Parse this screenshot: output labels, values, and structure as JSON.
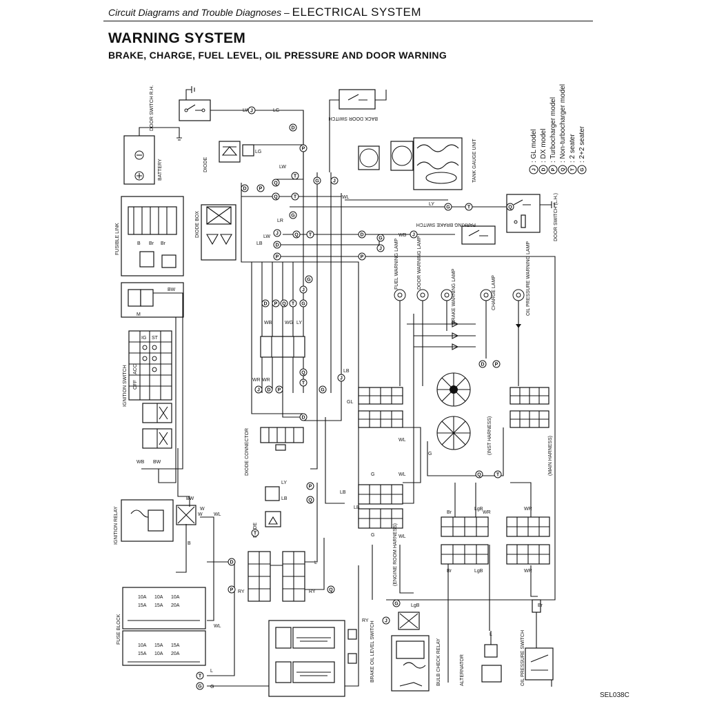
{
  "header": {
    "section_italic": "Circuit Diagrams and Trouble Diagnoses",
    "section_dash": " – ",
    "section_main": "ELECTRICAL SYSTEM"
  },
  "title": "WARNING SYSTEM",
  "subtitle": "BRAKE, CHARGE, FUEL LEVEL, OIL PRESSURE AND DOOR WARNING",
  "legend": [
    {
      "symbol": "J",
      "text": ": GL model"
    },
    {
      "symbol": "D",
      "text": ": DX model"
    },
    {
      "symbol": "P",
      "text": ": Turbocharger model"
    },
    {
      "symbol": "Q",
      "text": ": Non-turbocharger model"
    },
    {
      "symbol": "T",
      "text": ": 2 seater"
    },
    {
      "symbol": "G",
      "text": ": 2+2 seater"
    }
  ],
  "components": {
    "door_switch_rh": "DOOR SWITCH R.H.",
    "battery": "BATTERY",
    "diode_top": "DIODE",
    "fusible_link": "FUSIBLE LINK",
    "diode_box": "DIODE BOX",
    "ignition_switch": "IGNITION SWITCH",
    "ignition_relay": "IGNITION RELAY",
    "fuse_block": "FUSE BLOCK",
    "diode_connector": "DIODE CONNECTOR",
    "diode_lower": "DIODE",
    "back_door_switch": "BACK DOOR SWITCH",
    "tank_gauge_unit": "TANK GAUGE UNIT",
    "parking_brake_switch": "PARKING BRAKE SWITCH",
    "door_switch_lh": "DOOR SWITCH (L.H.)",
    "fuel_warning_lamp": "FUEL WARNING LAMP",
    "door_warning_lamp": "DOOR WARNING LAMP",
    "brake_warning_lamp": "BRAKE WARNING LAMP",
    "charge_lamp": "CHARGE LAMP",
    "oil_pressure_lamp": "OIL PRESSURE WARNING LAMP",
    "inst_harness": "(INST HARNESS)",
    "main_harness": "(MAIN HARNESS)",
    "engine_room_harness": "(ENGINE ROOM HARNESS)",
    "brake_oil_level_switch": "BRAKE OIL LEVEL SWITCH",
    "bulb_check_relay": "BULB CHECK RELAY",
    "alternator": "ALTERNATOR",
    "oil_pressure_switch": "OIL PRESSURE SWITCH"
  },
  "ignition_switch_table": {
    "headers": [
      "IG",
      "ST"
    ],
    "headers_full": [
      "OFF",
      "ACC",
      "IG",
      "ST"
    ],
    "rows": [
      "B",
      "ACC",
      "IG",
      "ST"
    ]
  },
  "fuses": [
    "10A",
    "15A",
    "10A",
    "15A",
    "10A",
    "20A",
    "10A",
    "15A",
    "15A",
    "10A",
    "15A",
    "20A"
  ],
  "wire_labels": [
    "LG",
    "LW",
    "LY",
    "WL",
    "LR",
    "LB",
    "WR",
    "WB",
    "WG",
    "BW",
    "RY",
    "GL",
    "LgB",
    "Br",
    "G",
    "L",
    "B",
    "W",
    "M"
  ],
  "drawing_code": "SEL038C"
}
